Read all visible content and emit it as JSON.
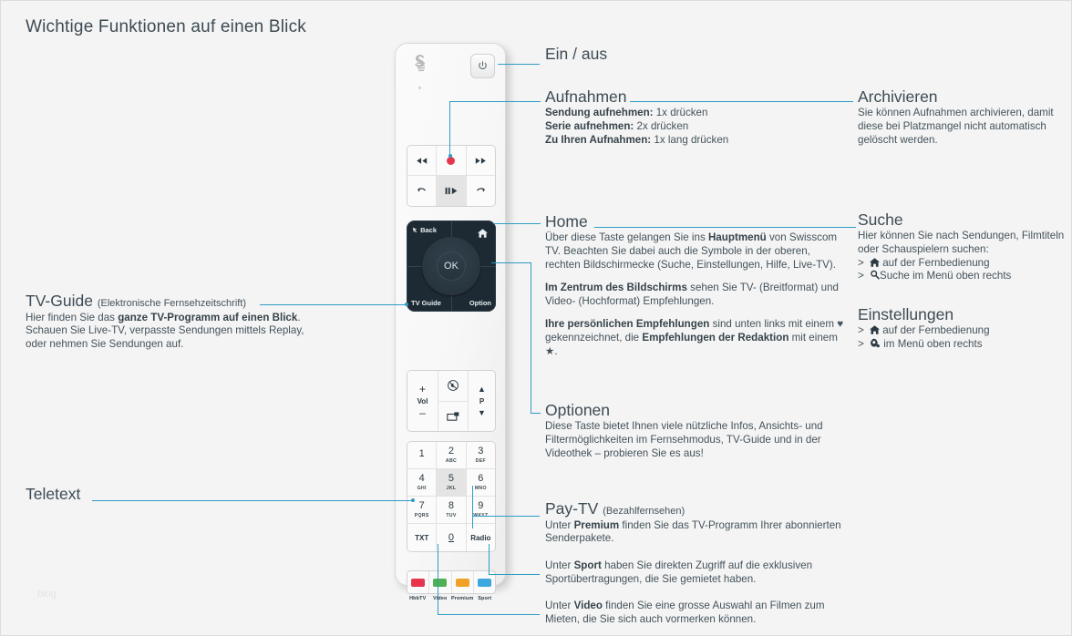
{
  "page": {
    "title": "Wichtige Funktionen auf einen Blick",
    "watermark": "blog"
  },
  "colors": {
    "accent": "#2e9cc4",
    "text": "#44525b",
    "heading": "#3d4b54"
  },
  "sections": {
    "ein_aus": {
      "heading": "Ein / aus"
    },
    "aufnahmen": {
      "heading": "Aufnahmen",
      "lines": [
        {
          "bold": "Sendung aufnehmen:",
          "rest": " 1x drücken"
        },
        {
          "bold": "Serie aufnehmen:",
          "rest": " 2x drücken"
        },
        {
          "bold": "Zu Ihren Aufnahmen:",
          "rest": " 1x lang drücken"
        }
      ]
    },
    "archivieren": {
      "heading": "Archivieren",
      "body": "Sie können Aufnahmen archivieren, damit diese bei Platzmangel nicht automatisch gelöscht werden."
    },
    "home": {
      "heading": "Home",
      "p1_a": "Über diese Taste gelangen Sie ins ",
      "p1_b": "Hauptmenü",
      "p1_c": " von Swisscom TV. Beachten Sie dabei auch die Symbole in der oberen, rechten Bildschirmecke (Suche, Einstellungen, Hilfe, Live-TV).",
      "p2_b": "Im Zentrum des Bildschirms",
      "p2_c": " sehen Sie TV- (Breitformat) und Video- (Hochformat) Empfehlungen.",
      "p3_b1": "Ihre persönlichen Empfehlungen",
      "p3_c1": " sind unten links mit einem ",
      "p3_heart": "♥",
      "p3_c2": " gekennzeichnet, die ",
      "p3_b2": "Empfehlungen der Redaktion",
      "p3_c3": " mit einem ",
      "p3_star": "★",
      "p3_c4": "."
    },
    "suche": {
      "heading": "Suche",
      "body": "Hier können Sie nach Sendungen, Filmtiteln oder Schauspielern suchen:",
      "bullets": [
        {
          "marker": ">",
          "icon": "home-icon",
          "text": "auf der Fernbedienung"
        },
        {
          "marker": ">",
          "icon": "search-icon",
          "text": "Suche im Menü oben rechts"
        }
      ]
    },
    "einstellungen": {
      "heading": "Einstellungen",
      "bullets": [
        {
          "marker": ">",
          "icon": "home-icon",
          "text": "auf der Fernbedienung"
        },
        {
          "marker": ">",
          "icon": "gear-icon",
          "text": "im Menü oben rechts"
        }
      ]
    },
    "tv_guide": {
      "heading": "TV-Guide",
      "subheading": "(Elektronische Fernsehzeitschrift)",
      "l1_a": "Hier finden Sie das ",
      "l1_b": "ganze TV-Programm auf einen Blick",
      "l1_c": ".",
      "l2": "Schauen Sie Live-TV, verpasste Sendungen mittels Replay,",
      "l3": "oder nehmen Sie Sendungen auf."
    },
    "optionen": {
      "heading": "Optionen",
      "body": "Diese Taste bietet Ihnen viele nützliche Infos, Ansichts- und Filtermöglichkeiten im Fernsehmodus, TV-Guide und in der Videothek – probieren Sie es aus!"
    },
    "teletext": {
      "heading": "Teletext"
    },
    "pay_tv": {
      "heading": "Pay-TV",
      "subheading": "(Bezahlfernsehen)",
      "premium_a": "Unter ",
      "premium_b": "Premium",
      "premium_c": " finden Sie das TV-Programm Ihrer abonnierten Senderpakete."
    },
    "sport": {
      "a": "Unter ",
      "b": "Sport",
      "c": " haben Sie direkten Zugriff auf die exklusiven Sportübertragungen, die Sie gemietet haben."
    },
    "video": {
      "a": "Unter ",
      "b": "Video",
      "c": " finden Sie eine grosse Auswahl an Filmen zum Mieten, die Sie sich auch vormerken können."
    }
  },
  "remote": {
    "power_icon": "power-icon",
    "brand_icon": "swisscom-logo",
    "transport": [
      {
        "name": "rewind",
        "glyph": "◄◄"
      },
      {
        "name": "record",
        "glyph": "●"
      },
      {
        "name": "forward",
        "glyph": "►►"
      },
      {
        "name": "replay",
        "glyph": "↰"
      },
      {
        "name": "play-pause",
        "glyph": "❙❙▶"
      },
      {
        "name": "skip",
        "glyph": "↱"
      }
    ],
    "dpad": {
      "back": "Back",
      "ok": "OK",
      "tv_guide": "TV Guide",
      "option": "Option",
      "home_icon": "home-icon"
    },
    "volume": {
      "plus": "+",
      "minus": "–",
      "label": "Vol",
      "mute_icon": "mute-icon",
      "teletext_icon": "teletext-icon",
      "up": "▲",
      "down": "▼",
      "prog_label": "P"
    },
    "keypad": [
      {
        "num": "1",
        "abc": ""
      },
      {
        "num": "2",
        "abc": "ABC"
      },
      {
        "num": "3",
        "abc": "DEF"
      },
      {
        "num": "4",
        "abc": "GHI"
      },
      {
        "num": "5",
        "abc": "JKL"
      },
      {
        "num": "6",
        "abc": "MNO"
      },
      {
        "num": "7",
        "abc": "PQRS"
      },
      {
        "num": "8",
        "abc": "TUV"
      },
      {
        "num": "9",
        "abc": "WXYZ"
      },
      {
        "num": "TXT",
        "abc": ""
      },
      {
        "num": "0",
        "abc": ""
      },
      {
        "num": "Radio",
        "abc": ""
      }
    ],
    "color_keys": [
      {
        "label": "HbbTV",
        "color": "#e8354e"
      },
      {
        "label": "Video",
        "color": "#4fb14f"
      },
      {
        "label": "Premium",
        "color": "#f0a227"
      },
      {
        "label": "Sport",
        "color": "#3ba7de"
      }
    ]
  }
}
